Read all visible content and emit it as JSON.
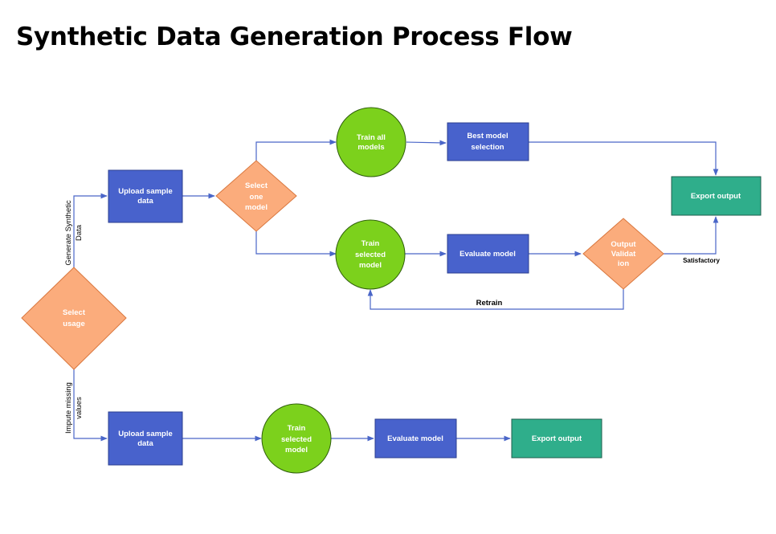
{
  "title": "Synthetic Data Generation Process Flow",
  "colors": {
    "process_box": "#4862cc",
    "output_box": "#2fae8b",
    "model_circle": "#7cd11c",
    "decision_diamond": "#fbac7c",
    "connector": "#4a66c8"
  },
  "nodes": {
    "select_usage": [
      "Select",
      "usage"
    ],
    "upload_top": [
      "Upload sample",
      "data"
    ],
    "select_one_model": [
      "Select",
      "one",
      "model"
    ],
    "train_all": [
      "Train all",
      "models"
    ],
    "best_model": [
      "Best model",
      "selection"
    ],
    "export_top": [
      "Export output"
    ],
    "train_selected_top": [
      "Train",
      "selected",
      "model"
    ],
    "evaluate_top": [
      "Evaluate model"
    ],
    "output_validation": [
      "Output",
      "Validat",
      "ion"
    ],
    "upload_bottom": [
      "Upload sample",
      "data"
    ],
    "train_selected_bottom": [
      "Train",
      "selected",
      "model"
    ],
    "evaluate_bottom": [
      "Evaluate model"
    ],
    "export_bottom": [
      "Export output"
    ]
  },
  "edge_labels": {
    "generate": [
      "Generate Synthetic",
      "Data"
    ],
    "impute": [
      "Impute missing",
      "values"
    ],
    "retrain": "Retrain",
    "satisfactory": "Satisfactory"
  }
}
